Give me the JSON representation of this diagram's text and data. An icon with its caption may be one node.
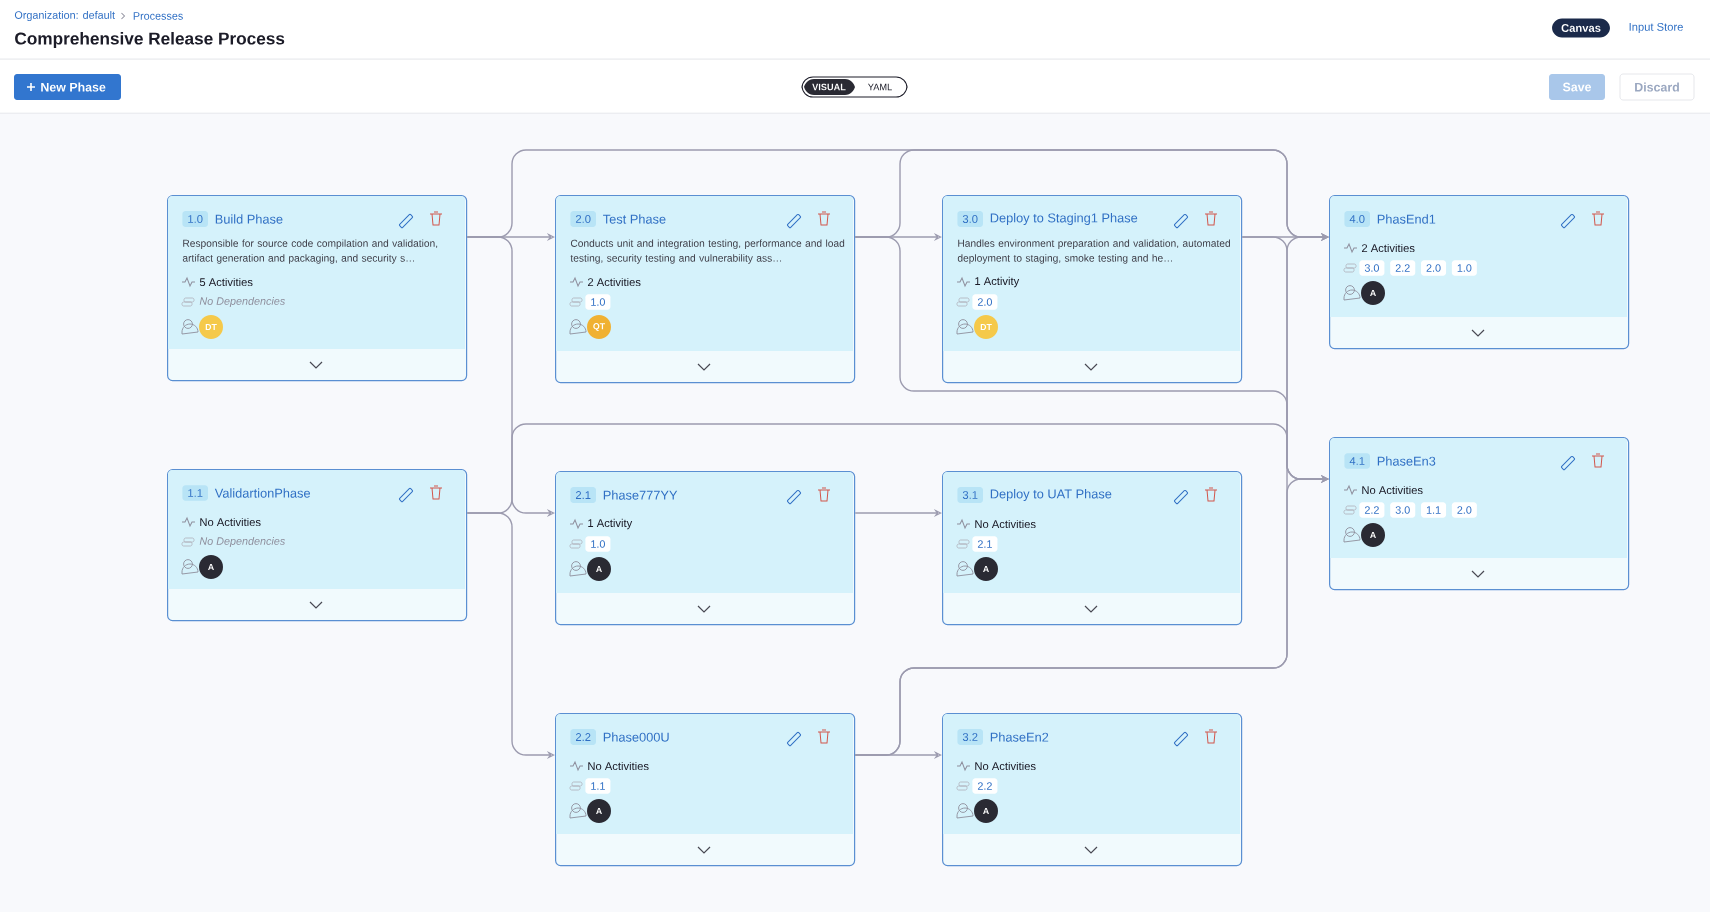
{
  "diagram": {
    "title": "Comprehensive Release Process",
    "nodes": [
      {
        "text": [
          "1.0",
          "Build Phase",
          "Responsible for source code compilation and validation, artifact generation and packaging, and security s…",
          "5 Activities",
          "No Dependencies",
          "DT"
        ]
      },
      {
        "text": [
          "2.0",
          "Test Phase",
          "Conducts unit and integration testing, performance and load testing, security testing and vulnerability ass…",
          "2 Activities",
          "1.0",
          "QT"
        ]
      },
      {
        "text": [
          "3.0",
          "Deploy to Staging1 Phase",
          "Handles environment preparation and validation, automated deployment to staging, smoke testing and he…",
          "1 Activity",
          "2.0",
          "DT"
        ]
      },
      {
        "text": [
          "4.0",
          "PhasEnd1",
          "2 Activities",
          "3.0",
          "2.2",
          "2.0",
          "1.0",
          "A"
        ]
      },
      {
        "text": [
          "1.1",
          "ValidartionPhase",
          "No Activities",
          "No Dependencies",
          "A"
        ]
      },
      {
        "text": [
          "2.1",
          "Phase777YY",
          "1 Activity",
          "1.0",
          "A"
        ]
      },
      {
        "text": [
          "3.1",
          "Deploy to UAT Phase",
          "No Activities",
          "2.1",
          "A"
        ]
      },
      {
        "text": [
          "4.1",
          "PhaseEn3",
          "No Activities",
          "2.2",
          "3.0",
          "1.1",
          "2.0",
          "A"
        ]
      },
      {
        "text": [
          "2.2",
          "Phase000U",
          "No Activities",
          "1.1",
          "A"
        ]
      },
      {
        "text": [
          "3.2",
          "PhaseEn2",
          "No Activities",
          "2.2",
          "A"
        ]
      }
    ],
    "edges": [
      {
        "from": 0,
        "to": 1,
        "arrow": "to"
      },
      {
        "from": 0,
        "to": 5,
        "arrow": "to"
      },
      {
        "from": 0,
        "to": 3,
        "arrow": "to"
      },
      {
        "from": 4,
        "to": 8,
        "arrow": "to"
      },
      {
        "from": 4,
        "to": 7,
        "arrow": "to"
      },
      {
        "from": 1,
        "to": 2,
        "arrow": "to"
      },
      {
        "from": 1,
        "to": 3,
        "arrow": "to"
      },
      {
        "from": 1,
        "to": 7,
        "arrow": "to"
      },
      {
        "from": 5,
        "to": 6,
        "arrow": "to"
      },
      {
        "from": 2,
        "to": 3,
        "arrow": "to"
      },
      {
        "from": 2,
        "to": 7,
        "arrow": "to"
      },
      {
        "from": 8,
        "to": 9,
        "arrow": "to"
      },
      {
        "from": 8,
        "to": 3,
        "arrow": "to"
      },
      {
        "from": 8,
        "to": 7,
        "arrow": "to"
      }
    ],
    "labels": [
      "Organization: default",
      "Processes",
      "Canvas",
      "Input Store",
      "New Phase",
      "VISUAL",
      "YAML",
      "Save",
      "Discard"
    ]
  }
}
